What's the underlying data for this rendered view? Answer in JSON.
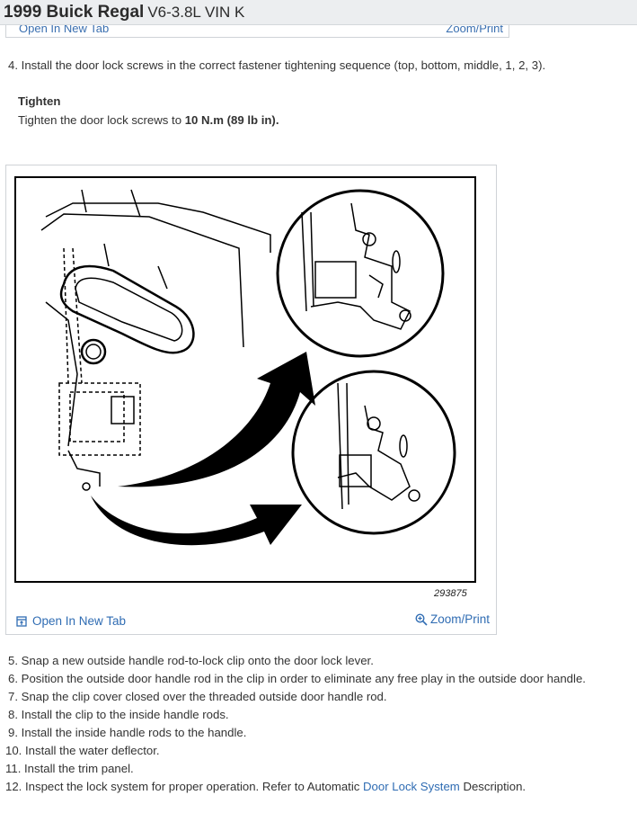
{
  "header": {
    "make": "1999 Buick Regal",
    "engine": "V6-3.8L VIN K"
  },
  "prev_figure": {
    "open_label": "Open In New Tab",
    "zoom_label": "Zoom/Print"
  },
  "step4": "4. Install the door lock screws in the correct fastener tightening sequence (top, bottom, middle, 1, 2, 3).",
  "tighten": {
    "heading": "Tighten",
    "prefix": "Tighten the door lock screws to ",
    "value": "10 N.m (89 lb in)."
  },
  "figure": {
    "ref_number": "293875",
    "open_label": "Open In New Tab",
    "zoom_label": "Zoom/Print",
    "open_icon": "open-new-tab-icon",
    "zoom_icon": "magnifier-zoom-icon"
  },
  "steps": [
    "5. Snap a new outside handle rod-to-lock clip onto the door lock lever.",
    "6. Position the outside door handle rod in the clip in order to eliminate any free play in the outside door handle.",
    "7. Snap the clip cover closed over the threaded outside door handle rod.",
    "8. Install the clip to the inside handle rods.",
    "9. Install the inside handle rods to the handle.",
    "10. Install the water deflector.",
    "11. Install the trim panel."
  ],
  "step12": {
    "prefix": "12. Inspect the lock system for proper operation. Refer to Automatic ",
    "link": "Door Lock System",
    "suffix": " Description."
  },
  "colors": {
    "link": "#2f6cb3",
    "header_bg": "#eceef0",
    "text": "#333333"
  }
}
